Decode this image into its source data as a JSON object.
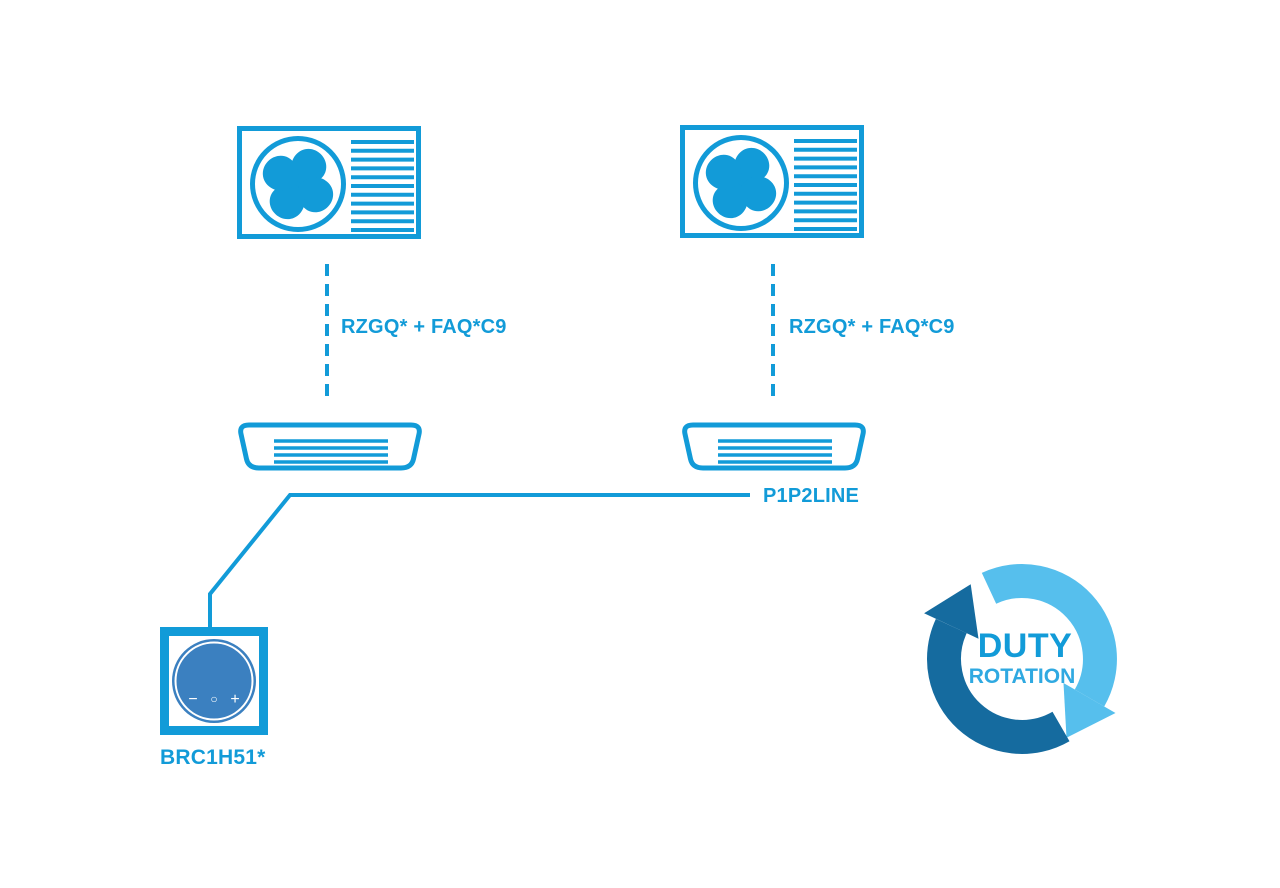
{
  "colors": {
    "primary_blue": "#129BD8",
    "controller_face_blue": "#3B80C0",
    "arrow_light_blue": "#56BFED",
    "arrow_dark_blue": "#156B9F",
    "duty_text_blue": "#129BD8",
    "rotation_text_blue": "#2FA9E1",
    "background": "#FFFFFF"
  },
  "system": {
    "left_pair": {
      "label": "RZGQ* + FAQ*C9"
    },
    "right_pair": {
      "label": "RZGQ* + FAQ*C9"
    },
    "bus": {
      "label": "P1P2LINE"
    },
    "controller": {
      "label": "BRC1H51*",
      "buttons": {
        "minus": "−",
        "power": "○",
        "plus": "+"
      }
    },
    "badge": {
      "line1": "DUTY",
      "line2": "ROTATION"
    }
  },
  "icons": [
    {
      "name": "outdoor-unit-left-icon",
      "glyph": "fan-in-circle-with-grille"
    },
    {
      "name": "outdoor-unit-right-icon",
      "glyph": "fan-in-circle-with-grille"
    },
    {
      "name": "indoor-unit-left-icon",
      "glyph": "ceiling-cassette-with-louvres"
    },
    {
      "name": "indoor-unit-right-icon",
      "glyph": "ceiling-cassette-with-louvres"
    },
    {
      "name": "controller-icon",
      "glyph": "round-dial-in-square-frame"
    },
    {
      "name": "duty-rotation-arrows-icon",
      "glyph": "two-circular-arrows-clockwise"
    }
  ]
}
